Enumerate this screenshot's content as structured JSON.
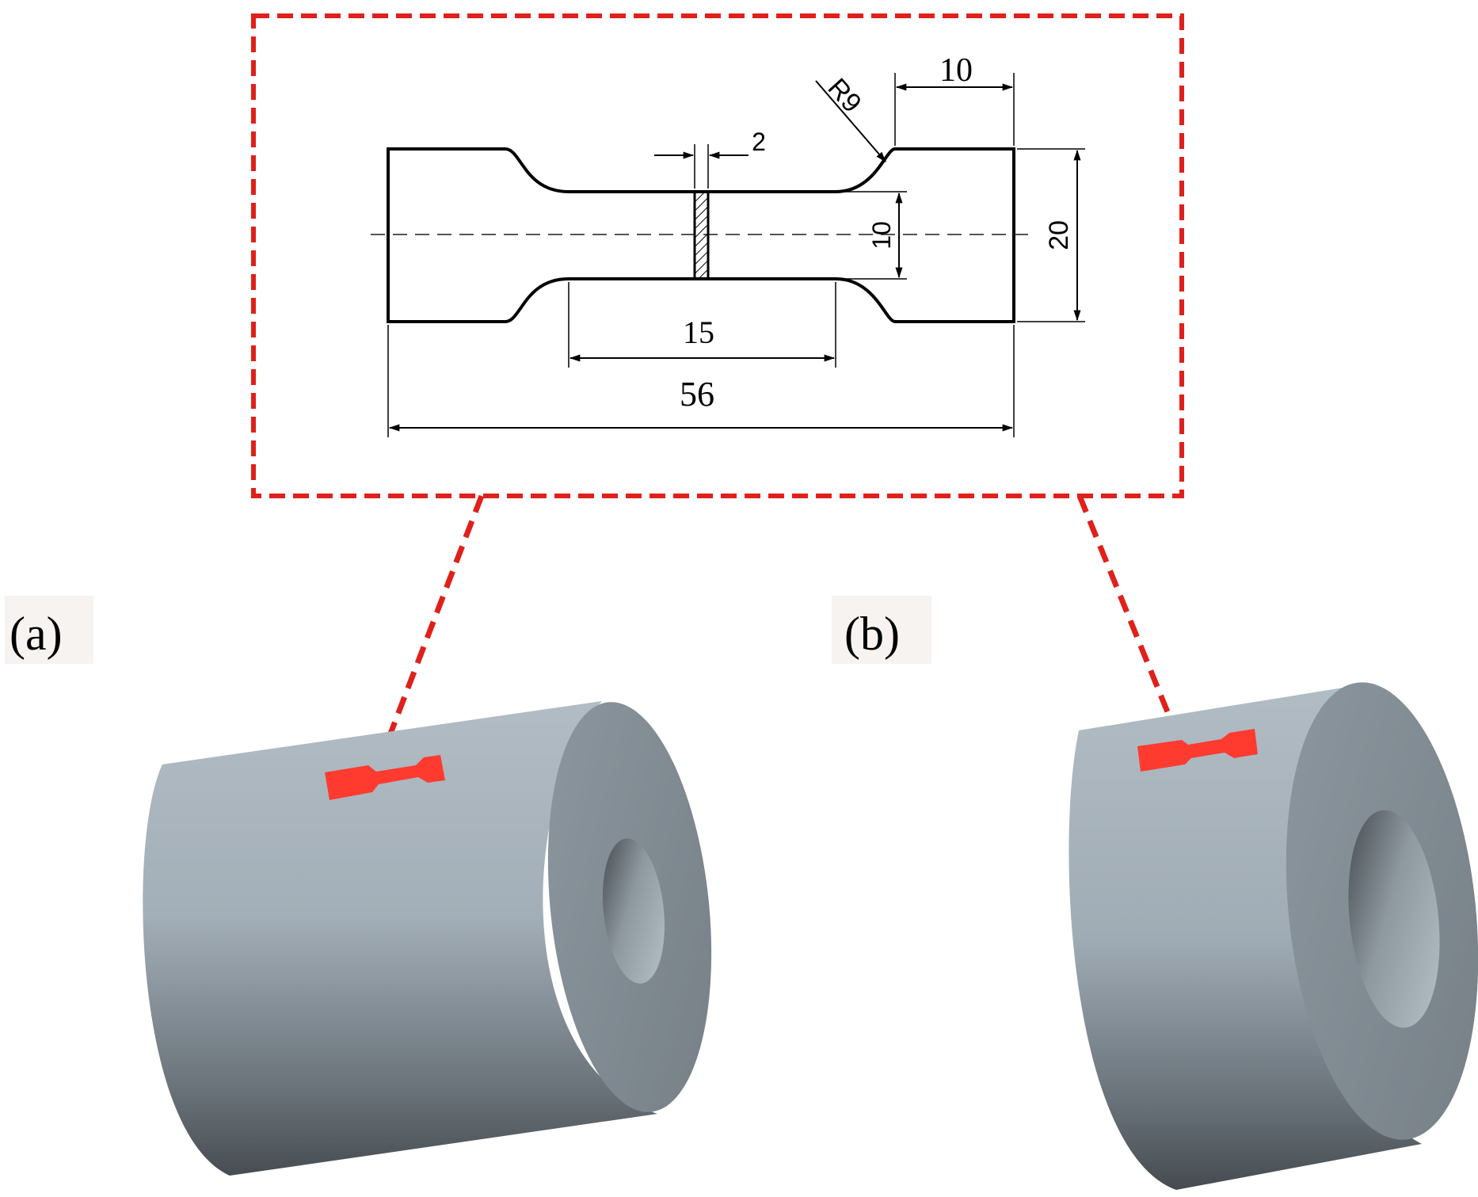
{
  "drawing": {
    "dims": {
      "top_grip_len": "10",
      "fillet_radius": "R9",
      "weld_width": "2",
      "gauge_width": "10",
      "grip_width": "20",
      "parallel_len": "15",
      "total_len": "56"
    }
  },
  "panels": {
    "a": {
      "label": "(a)"
    },
    "b": {
      "label": "(b)"
    }
  },
  "colors": {
    "frame": "#e0201b",
    "specimen": "#ff3b30",
    "cylinder": "#9aa7b0",
    "outline": "#000000"
  }
}
